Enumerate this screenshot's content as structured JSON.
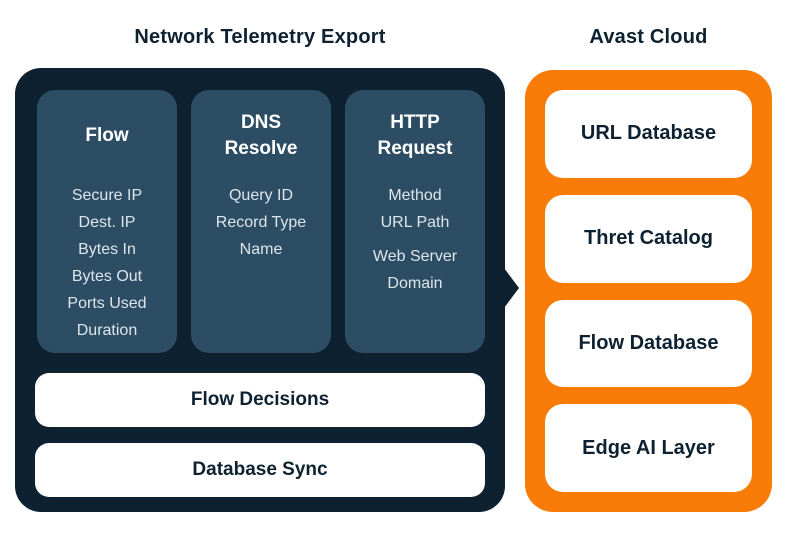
{
  "colors": {
    "background": "#ffffff",
    "dark_navy": "#0d2130",
    "slate_column": "#2c4d63",
    "orange": "#f97c08",
    "white": "#ffffff",
    "item_text": "#dce6ec"
  },
  "left_panel": {
    "title": "Network Telemetry Export",
    "columns": [
      {
        "title": "Flow",
        "items": [
          "Secure IP",
          "Dest. IP",
          "Bytes In",
          "Bytes Out",
          "Ports Used",
          "Duration"
        ]
      },
      {
        "title": "DNS Resolve",
        "items": [
          "Query ID",
          "Record Type",
          "Name"
        ]
      },
      {
        "title": "HTTP Request",
        "items": [
          "Method",
          "URL Path",
          "Web Server Domain"
        ]
      }
    ],
    "bars": [
      "Flow Decisions",
      "Database Sync"
    ]
  },
  "right_panel": {
    "title": "Avast Cloud",
    "boxes": [
      "URL Database",
      "Thret Catalog",
      "Flow Database",
      "Edge AI Layer"
    ]
  }
}
